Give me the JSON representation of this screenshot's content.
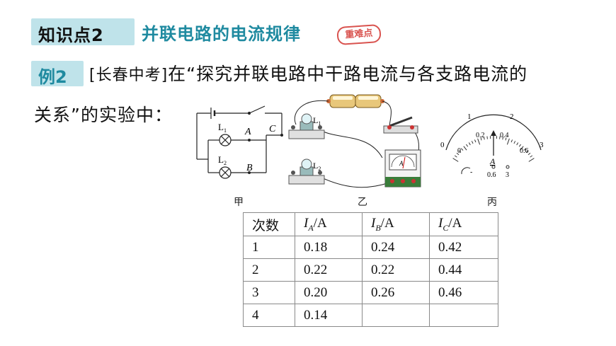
{
  "header": {
    "knowledge_label": "知识点2",
    "knowledge_title": "并联电路的电流规律",
    "stamp": "重难点"
  },
  "example": {
    "badge": "例2",
    "source": "[长春中考]",
    "line1": "在“探究并联电路中干路电流与各支路电流的",
    "line2": "关系”的实验中："
  },
  "figures": {
    "jia": {
      "caption": "甲",
      "labels": {
        "L1": "L",
        "L1_sub": "1",
        "L2": "L",
        "L2_sub": "2",
        "A": "A",
        "B": "B",
        "C": "C"
      }
    },
    "yi": {
      "caption": "乙",
      "labels": {
        "L1": "L",
        "L1_sub": "1",
        "L2": "L",
        "L2_sub": "2",
        "meter": "A"
      }
    },
    "bing": {
      "caption": "丙",
      "scale_top": [
        "0",
        "1",
        "2",
        "3"
      ],
      "scale_bottom": [
        "0",
        "0.2",
        "0.4",
        "0.6"
      ],
      "unit": "A",
      "terminals": [
        "-",
        "0.6",
        "3"
      ]
    }
  },
  "table": {
    "headers": [
      {
        "text": "次数"
      },
      {
        "var": "I",
        "sub": "A",
        "unit": "/A"
      },
      {
        "var": "I",
        "sub": "B",
        "unit": "/A"
      },
      {
        "var": "I",
        "sub": "C",
        "unit": "/A"
      }
    ],
    "rows": [
      [
        "1",
        "0.18",
        "0.24",
        "0.42"
      ],
      [
        "2",
        "0.22",
        "0.22",
        "0.44"
      ],
      [
        "3",
        "0.20",
        "0.26",
        "0.46"
      ],
      [
        "4",
        "0.14",
        "",
        ""
      ]
    ]
  }
}
